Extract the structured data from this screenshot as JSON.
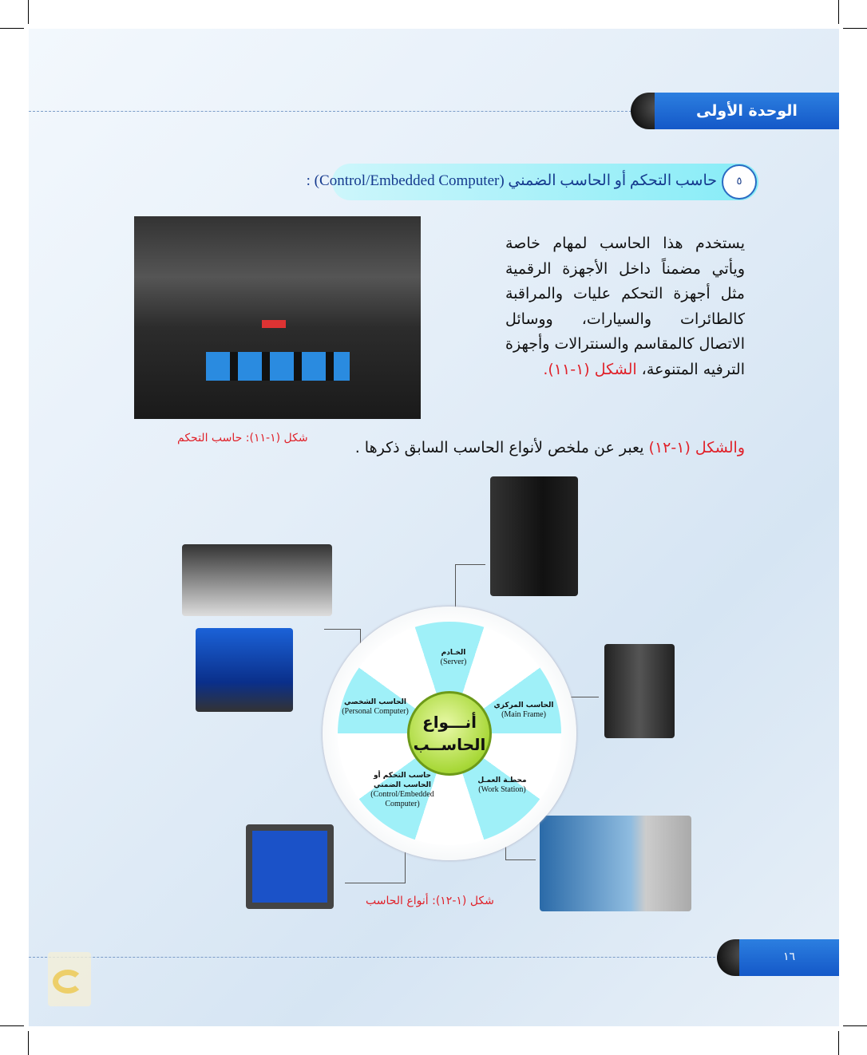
{
  "unit_title": "الوحدة الأولى",
  "section": {
    "number": "٥",
    "title": "حاسب التحكم أو الحاسب الضمني (Control/Embedded Computer) :"
  },
  "paragraph": {
    "text": "يستخدم هذا الحاسب لمهام خاصة ويأتي مضمناً داخل الأجهزة الرقمية مثل أجهزة التحكم عليات والمراقبة كالطائرات والسيارات، ووسائل الاتصال كالمقاسم والسنترالات وأجهزة الترفيه المتنوعة، ",
    "ref": "الشكل (١-١١)."
  },
  "figure1_caption": "شكل (١-١١): حاسب التحكم",
  "line2": {
    "ref": "والشكل (١-١٢)",
    "text": " يعبر عن ملخص لأنواع الحاسب السابق ذكرها ."
  },
  "wheel": {
    "center": [
      "أنـــواع",
      "الحاســب"
    ],
    "items": [
      {
        "ar": "الخـادم",
        "en": "(Server)"
      },
      {
        "ar": "الحاسب المركزي",
        "en": "(Main Frame)"
      },
      {
        "ar": "محطـة العمـل",
        "en": "(Work Station)"
      },
      {
        "ar": "حاسب التحكم أو الحاسب الضمني",
        "en": "(Control/Embedded Computer)"
      },
      {
        "ar": "الحاسب الشخصي",
        "en": "(Personal Computer)"
      }
    ]
  },
  "figure2_caption": "شكل (١-١٢): أنواع الحاسب",
  "page_number": "١٦",
  "colors": {
    "accent": "#1a63d0",
    "cyan": "#9ff0f8",
    "caption_red": "#e0222a"
  }
}
